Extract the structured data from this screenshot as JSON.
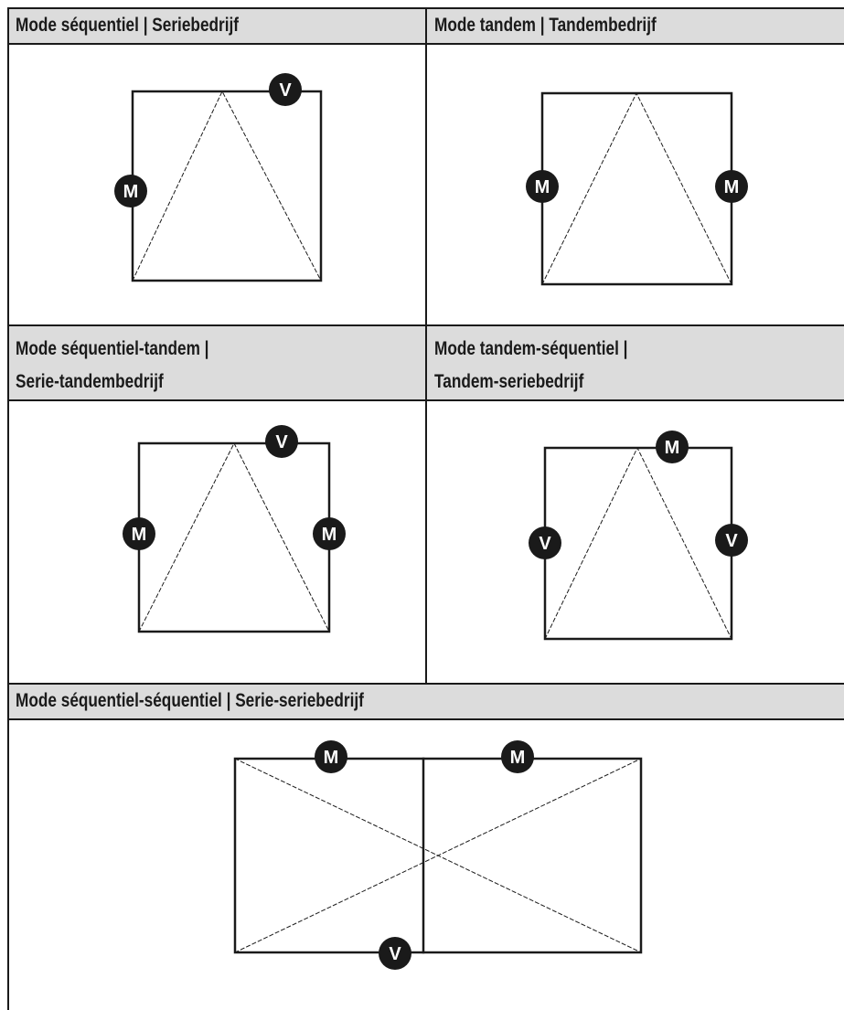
{
  "cells": [
    {
      "id": "seq",
      "title": "Mode séquentiel | Seriebedrijf"
    },
    {
      "id": "tandem",
      "title": "Mode tandem  | Tandembedrijf"
    },
    {
      "id": "seq-tandem",
      "title_line1": "Mode séquentiel-tandem  |",
      "title_line2": "Serie-tandembedrijf"
    },
    {
      "id": "tandem-seq",
      "title_line1": "Mode tandem-séquentiel  |",
      "title_line2": "Tandem-seriebedrijf"
    },
    {
      "id": "seq-seq",
      "title": "Mode séquentiel-séquentiel | Serie-seriebedrijf"
    }
  ],
  "badges": {
    "master": "M",
    "slave": "V"
  },
  "colors": {
    "header_bg": "#dcdcdc",
    "line": "#1a1a1a",
    "badge_fill": "#1a1a1a",
    "badge_text": "#ffffff"
  }
}
